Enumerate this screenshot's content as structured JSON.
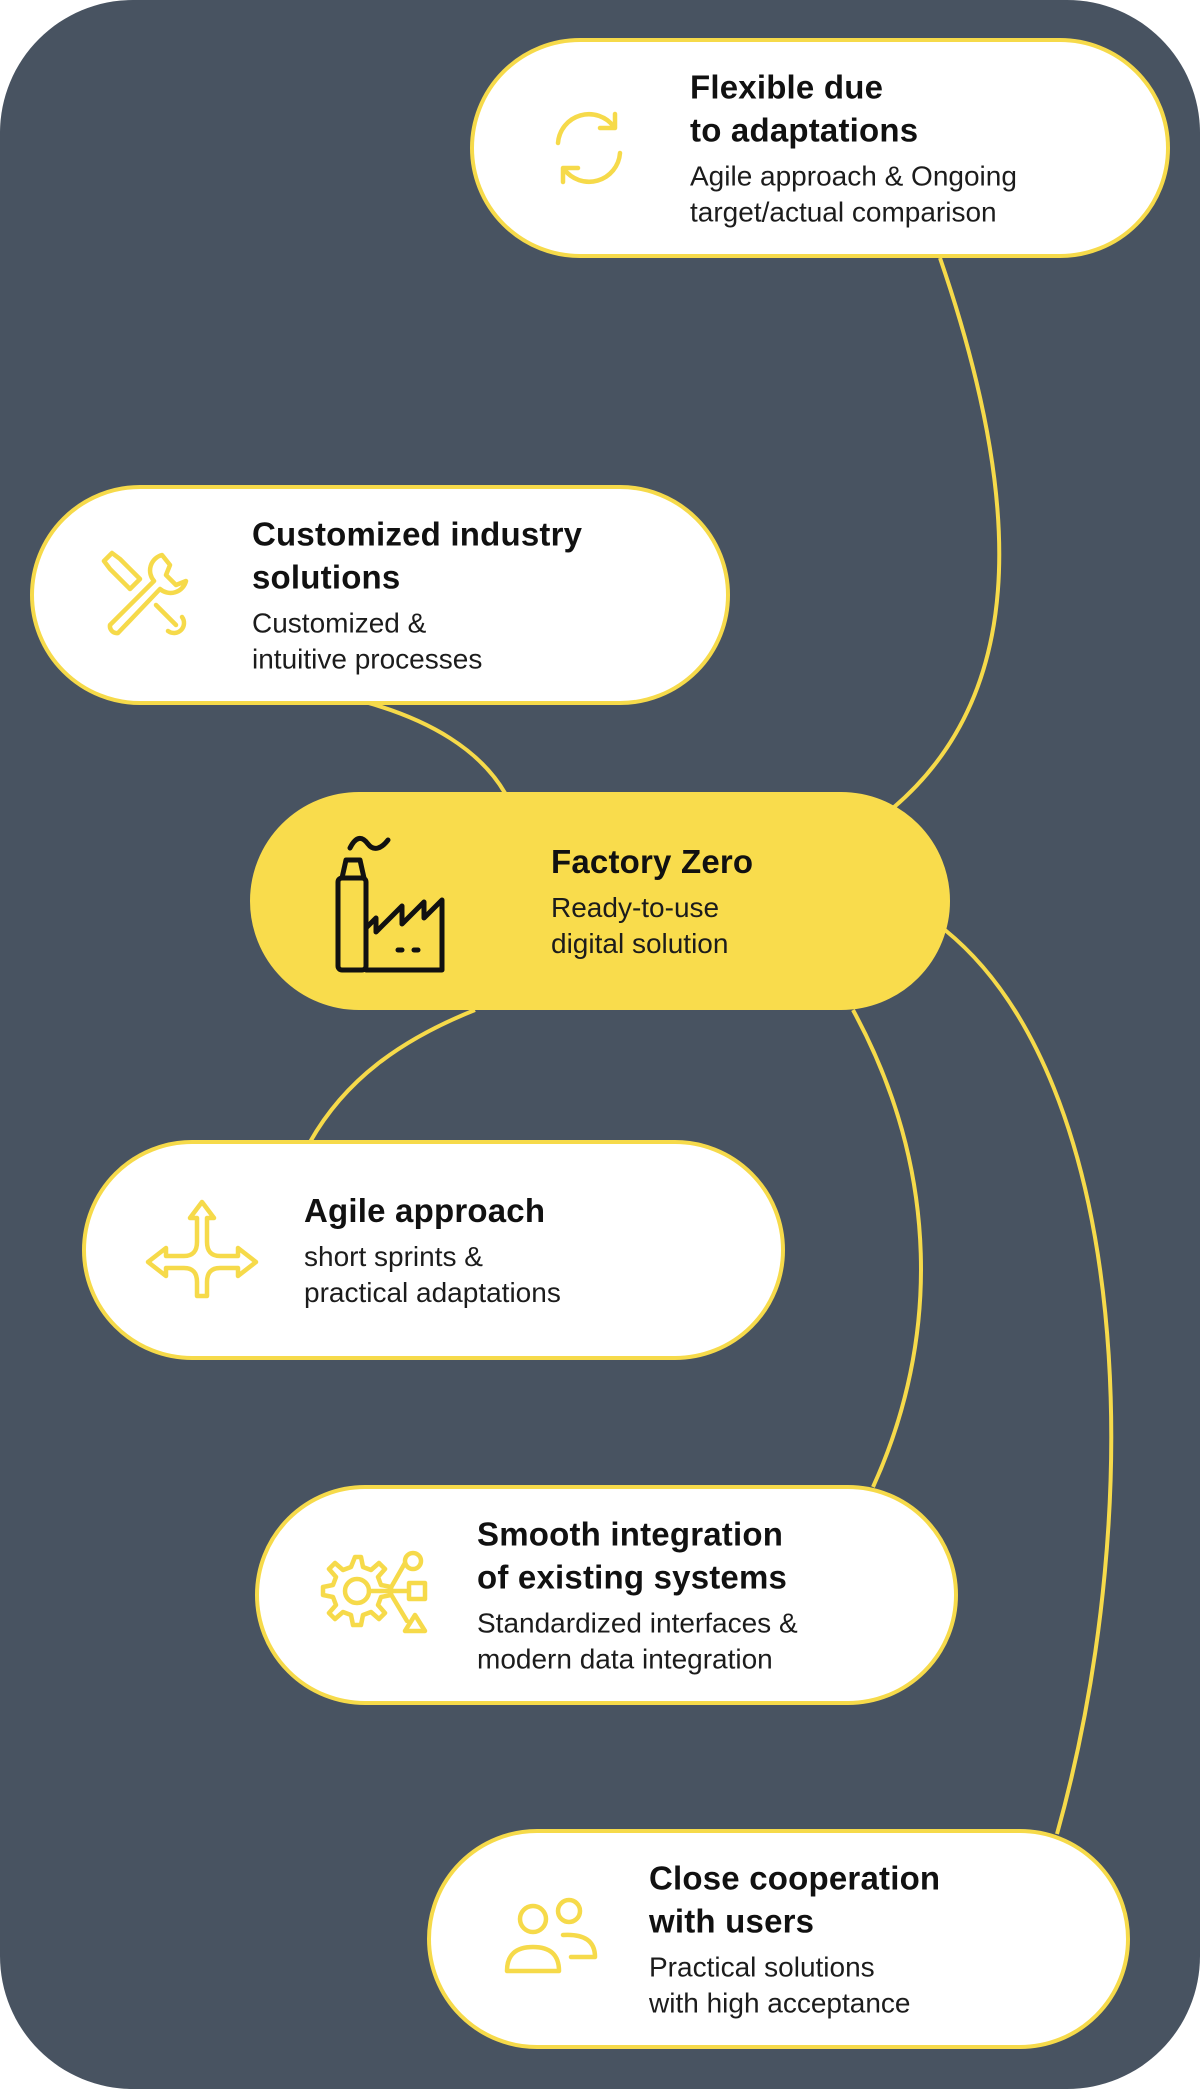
{
  "colors": {
    "background": "#485361",
    "accent": "#f6da4a",
    "card": "#ffffff",
    "text": "#111111"
  },
  "nodes": [
    {
      "id": "flexible",
      "icon": "refresh-icon",
      "title": [
        "Flexible due",
        "to adaptations"
      ],
      "subtitle": [
        "Agile approach & Ongoing",
        "target/actual comparison"
      ]
    },
    {
      "id": "customized",
      "icon": "tools-icon",
      "title": [
        "Customized industry",
        "solutions"
      ],
      "subtitle": [
        "Customized &",
        "intuitive processes"
      ]
    },
    {
      "id": "factory",
      "icon": "factory-icon",
      "title": [
        "Factory Zero"
      ],
      "subtitle": [
        "Ready-to-use",
        "digital solution"
      ]
    },
    {
      "id": "agile",
      "icon": "split-arrows-icon",
      "title": [
        "Agile approach"
      ],
      "subtitle": [
        "short sprints &",
        "practical adaptations"
      ]
    },
    {
      "id": "integration",
      "icon": "gear-network-icon",
      "title": [
        "Smooth integration",
        "of existing systems"
      ],
      "subtitle": [
        "Standardized interfaces &",
        "modern data integration"
      ]
    },
    {
      "id": "cooperation",
      "icon": "users-icon",
      "title": [
        "Close cooperation",
        "with users"
      ],
      "subtitle": [
        "Practical solutions",
        "with high acceptance"
      ]
    }
  ]
}
